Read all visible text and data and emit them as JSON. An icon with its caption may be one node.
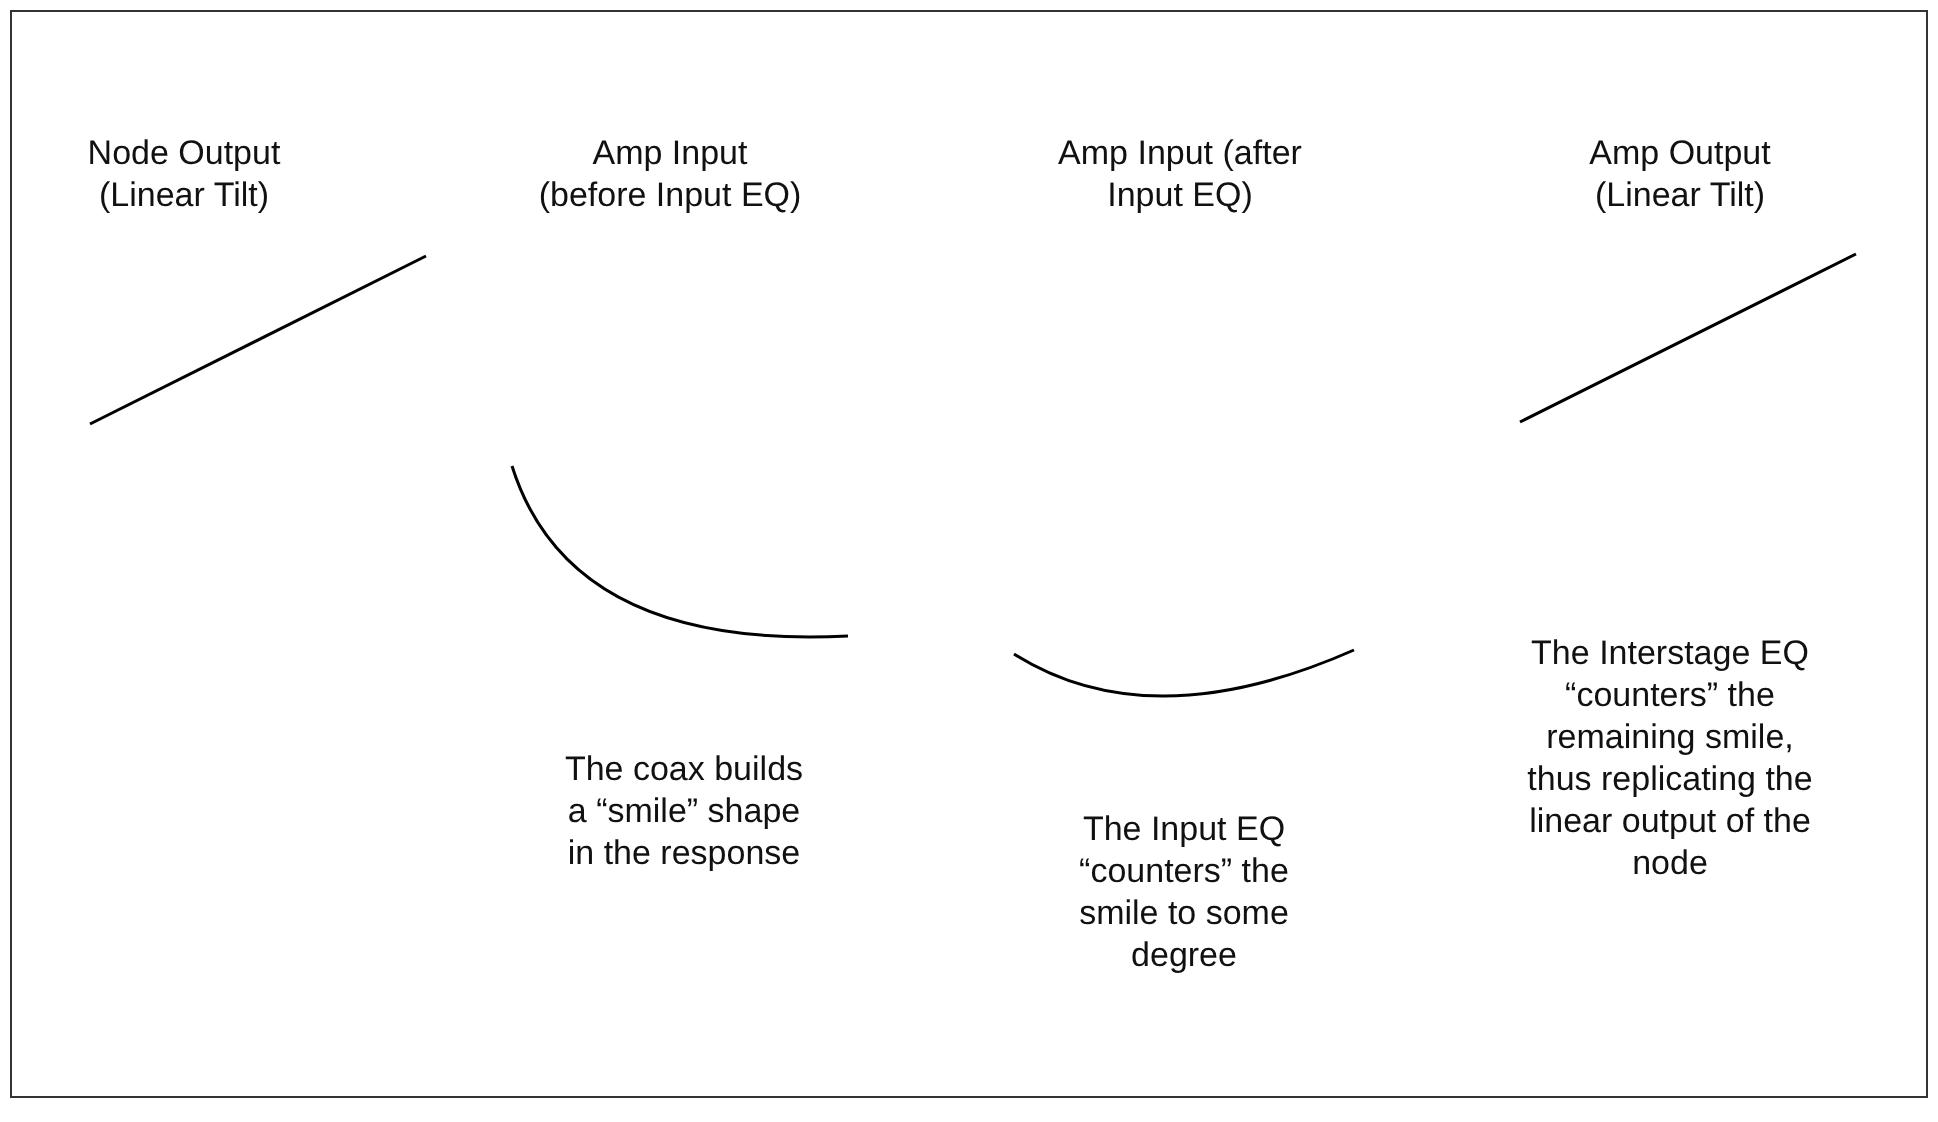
{
  "diagram": {
    "labels": [
      "Node Output (Linear Tilt)",
      "Amp Input (before Input EQ)",
      "Amp Input (after Input EQ)",
      "Amp Output (Linear Tilt)",
      "The coax builds a “smile” shape in the response",
      "The Input EQ “counters” the smile to some degree",
      "The Interstage EQ “counters” the remaining smile, thus replicating the linear output of the node"
    ]
  }
}
